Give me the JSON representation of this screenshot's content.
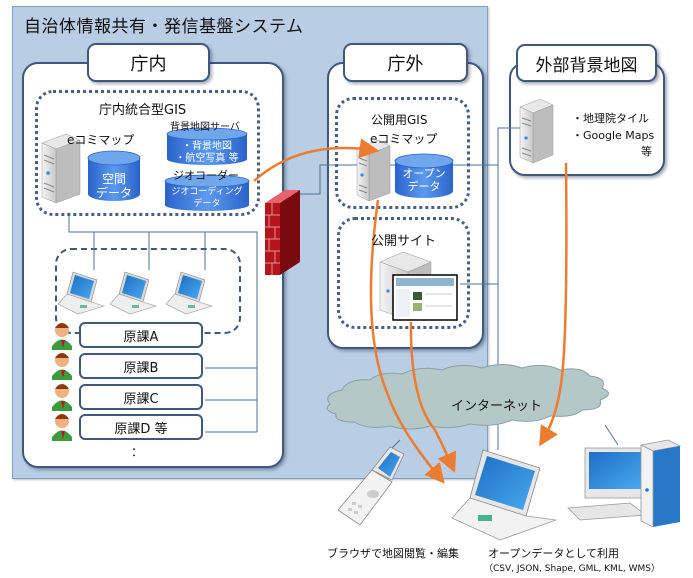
{
  "title": "自治体情報共有・発信基盤システム",
  "internal": {
    "tab_label": "庁内",
    "integrated_gis": {
      "title": "庁内統合型GIS",
      "server_label": "eコミマップ",
      "spatial_db": [
        "空間",
        "データ"
      ],
      "basemap_server": {
        "title": "背景地図サーバ",
        "items": [
          "・背景地図",
          "・航空写真 等"
        ]
      },
      "geocoder": {
        "title": "ジオコーダー",
        "items": [
          "ジオコーディング",
          "データ"
        ]
      }
    },
    "departments": [
      "原課A",
      "原課B",
      "原課C",
      "原課D 等"
    ],
    "ellipsis": "："
  },
  "external": {
    "tab_label": "庁外",
    "public_gis": {
      "title": "公開用GIS",
      "server_label": "eコミマップ",
      "open_db": [
        "オープン",
        "データ"
      ]
    },
    "public_site": {
      "title": "公開サイト"
    }
  },
  "external_basemap": {
    "tab_label": "外部背景地図",
    "items": [
      "・地理院タイル",
      "・Google Maps",
      "等"
    ]
  },
  "internet": {
    "label": "インターネット"
  },
  "clients": {
    "browse_label": "ブラウザで地図閲覧・編集",
    "open_data_label": "オープンデータとして利用",
    "formats_label": "（CSV, JSON, Shape, GML, KML, WMS）"
  },
  "colors": {
    "system_bg": "#b9cde5",
    "panel_border": "#41587a",
    "arrow": "#ec7c30",
    "db_blue": "#3f7fdc",
    "cloud": "#b4c8c8",
    "firewall": "#b4141c",
    "line": "#4f7194"
  }
}
